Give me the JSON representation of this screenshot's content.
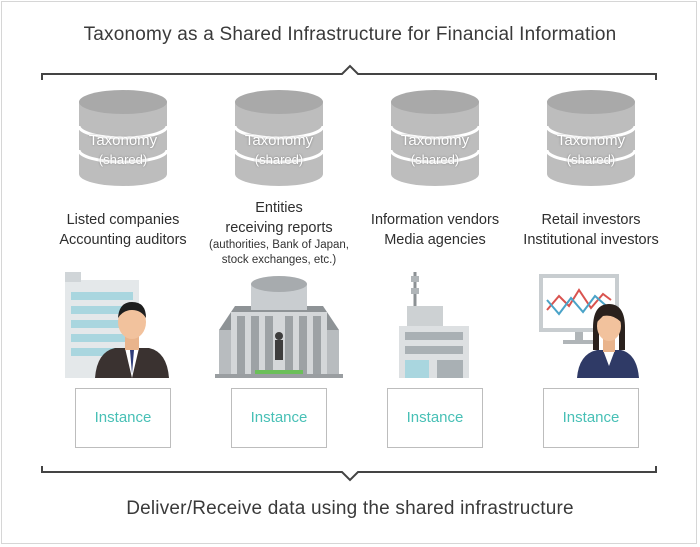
{
  "header": {
    "title": "Taxonomy as a Shared Infrastructure for Financial Information"
  },
  "footer": {
    "title": "Deliver/Receive data using the shared infrastructure"
  },
  "columns": [
    {
      "taxonomy_line1": "Taxonomy",
      "taxonomy_line2": "(shared)",
      "desc_line1": "Listed companies",
      "desc_line2": "Accounting auditors",
      "note_line1": "",
      "note_line2": "",
      "instance_label": "Instance"
    },
    {
      "taxonomy_line1": "Taxonomy",
      "taxonomy_line2": "(shared)",
      "desc_line1": "Entities",
      "desc_line2": "receiving reports",
      "note_line1": "(authorities, Bank of Japan,",
      "note_line2": "stock exchanges, etc.)",
      "instance_label": "Instance"
    },
    {
      "taxonomy_line1": "Taxonomy",
      "taxonomy_line2": "(shared)",
      "desc_line1": "Information vendors",
      "desc_line2": "Media agencies",
      "note_line1": "",
      "note_line2": "",
      "instance_label": "Instance"
    },
    {
      "taxonomy_line1": "Taxonomy",
      "taxonomy_line2": "(shared)",
      "desc_line1": "Retail investors",
      "desc_line2": "Institutional investors",
      "note_line1": "",
      "note_line2": "",
      "instance_label": "Instance"
    }
  ],
  "colors": {
    "cylinder": "#bdbdbd",
    "cylinder_dark": "#a9a9a9",
    "instance_text": "#48c0b6",
    "brace": "#444444"
  }
}
